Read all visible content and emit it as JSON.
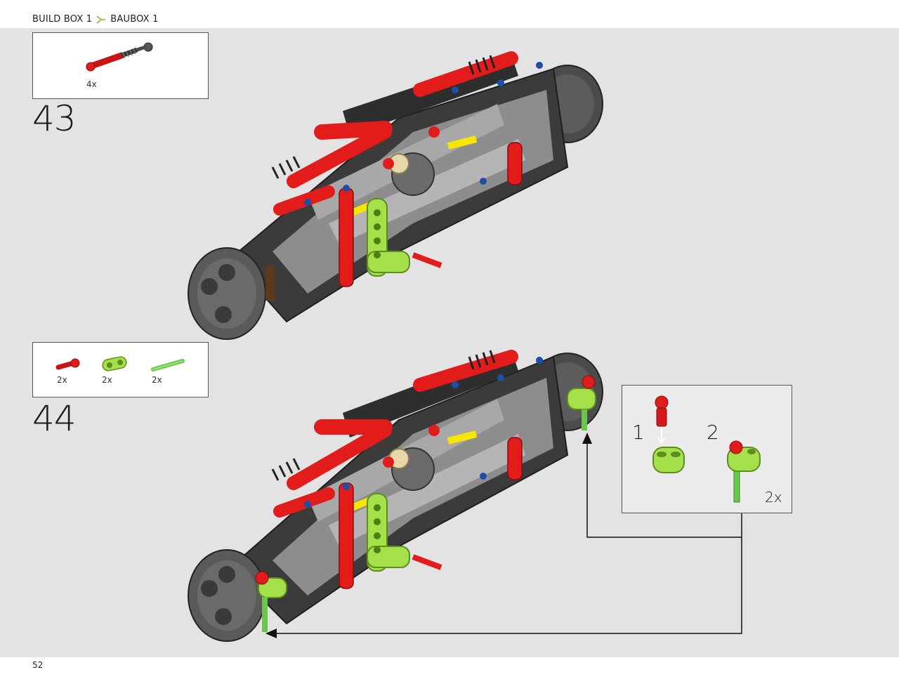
{
  "breadcrumb": {
    "section": "BUILD BOX 1",
    "separator_icon": "chevron-split-icon",
    "section_translation": "BAUBOX 1"
  },
  "steps": [
    {
      "number": "43",
      "parts": [
        {
          "name": "red-shock-absorber",
          "qty": "4x"
        }
      ]
    },
    {
      "number": "44",
      "parts": [
        {
          "name": "red-axle-pin",
          "qty": "2x"
        },
        {
          "name": "lime-liftarm",
          "qty": "2x"
        },
        {
          "name": "green-axle",
          "qty": "2x"
        }
      ],
      "callout": {
        "sub_step_1": "1",
        "sub_step_2": "2",
        "multiplier": "2x"
      }
    }
  ],
  "page": {
    "number": "52"
  },
  "colors": {
    "background": "#e3e3e3",
    "accent_lime": "#a4e04a",
    "lego_red": "#e21b1b",
    "lego_dark_gray": "#3a3a3a",
    "lego_light_gray": "#a5a5a5",
    "lego_yellow": "#f6e600",
    "lego_green": "#69c84a"
  }
}
